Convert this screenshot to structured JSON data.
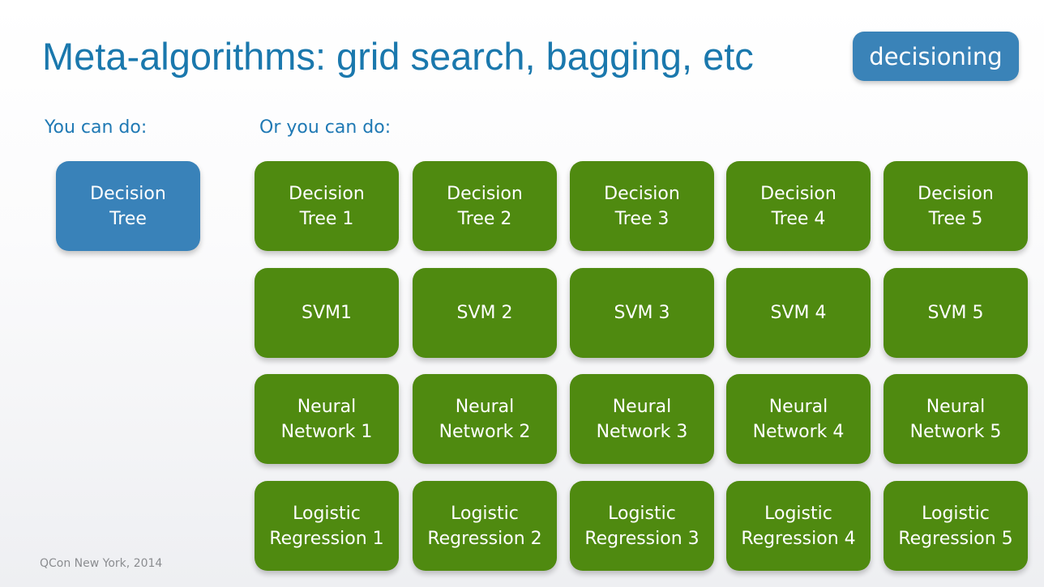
{
  "slide": {
    "title": "Meta-algorithms: grid search, bagging, etc",
    "tag": "decisioning",
    "left_label": "You can do:",
    "right_label": "Or you can do:",
    "single_model": "Decision\nTree",
    "grid": [
      [
        "Decision\nTree 1",
        "Decision\nTree 2",
        "Decision\nTree 3",
        "Decision\nTree 4",
        "Decision\nTree 5"
      ],
      [
        "SVM1",
        "SVM 2",
        "SVM 3",
        "SVM 4",
        "SVM 5"
      ],
      [
        "Neural\nNetwork 1",
        "Neural\nNetwork 2",
        "Neural\nNetwork 3",
        "Neural\nNetwork 4",
        "Neural\nNetwork 5"
      ],
      [
        "Logistic\nRegression 1",
        "Logistic\nRegression 2",
        "Logistic\nRegression 3",
        "Logistic\nRegression 4",
        "Logistic\nRegression 5"
      ]
    ],
    "footer": "QCon New York, 2014"
  },
  "colors": {
    "title": "#1a78ad",
    "label": "#1f79b4",
    "blue_box": "#3982b9",
    "green_box": "#4f8a10",
    "tag": "#3a83b8",
    "footer": "#8b8d90"
  }
}
